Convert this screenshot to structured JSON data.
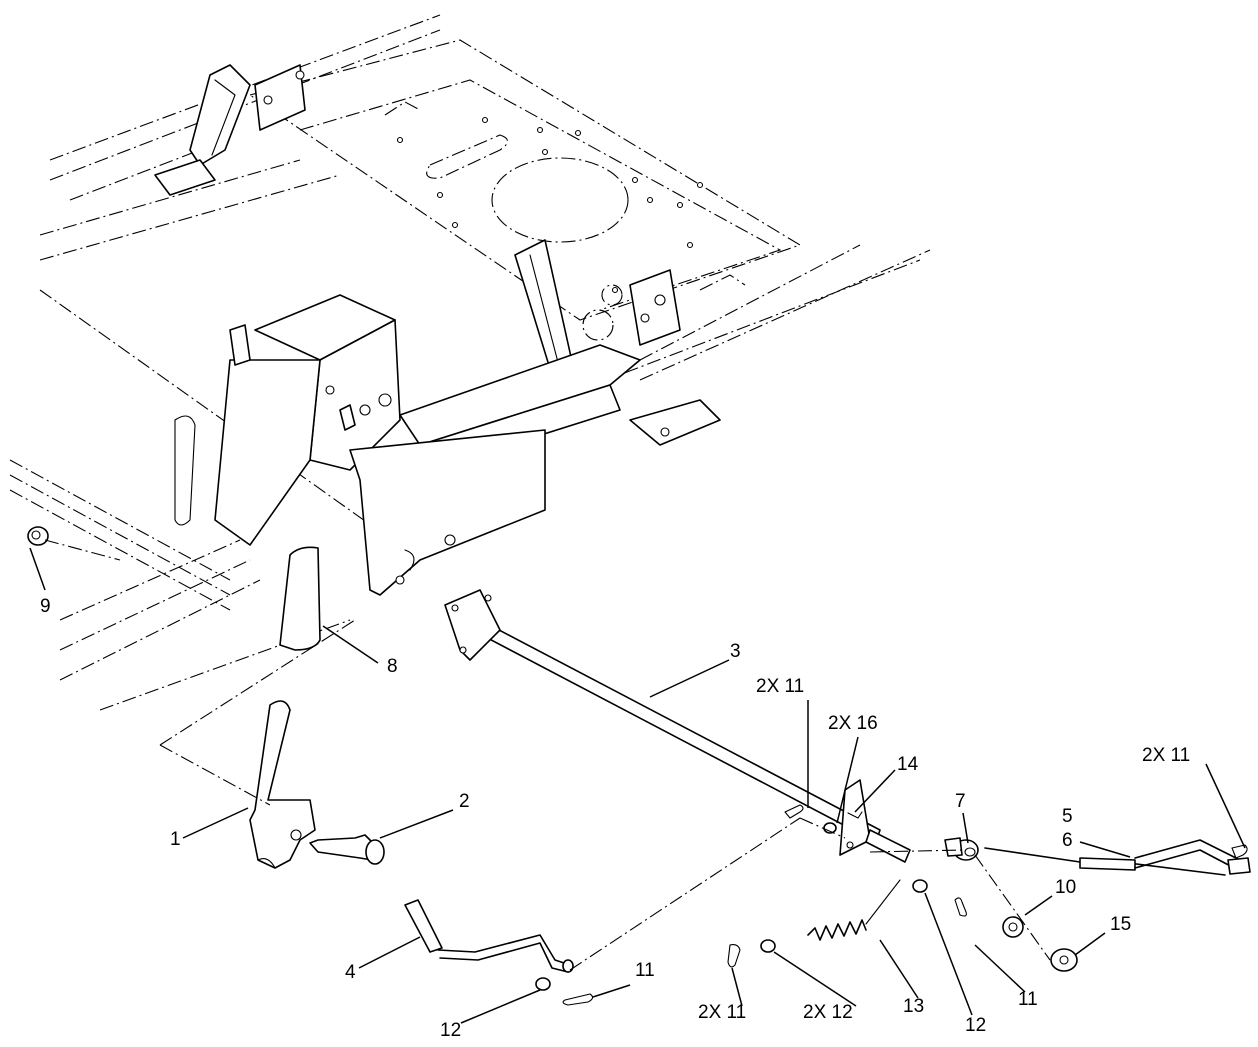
{
  "callouts": {
    "c1": "1",
    "c2": "2",
    "c3": "3",
    "c4": "4",
    "c5": "5",
    "c6": "6",
    "c7": "7",
    "c8": "8",
    "c9": "9",
    "c10": "10",
    "c11a": "11",
    "c11b": "11",
    "c11_2x_a": "2X 11",
    "c11_2x_b": "2X 11",
    "c11_2x_c": "2X 11",
    "c12a": "12",
    "c12b": "12",
    "c12_2x": "2X 12",
    "c13": "13",
    "c14": "14",
    "c15": "15",
    "c16_2x": "2X 16"
  }
}
